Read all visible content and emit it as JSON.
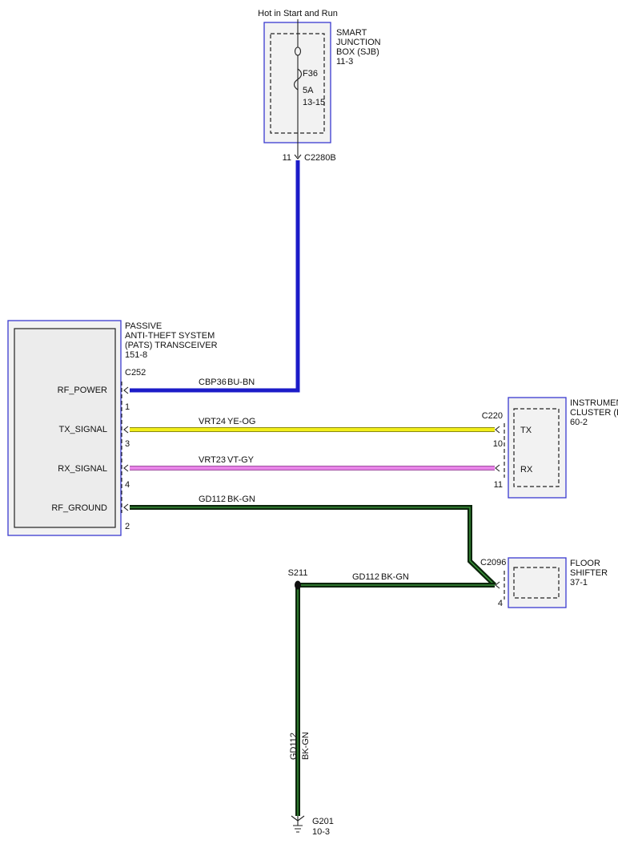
{
  "colors": {
    "module_outer_stroke": "#3a3ad0",
    "module_fill": "#f2f2f2",
    "wire_bu_bn": "#1c1cc8",
    "wire_ye_og": "#f2ee1a",
    "wire_vt_gy": "#e884e8",
    "wire_bk_gn": "#0c260c",
    "wire_bk_gn_stripe": "#3fa03f"
  },
  "sjb": {
    "supply_label": "Hot in Start and Run",
    "name_lines": [
      "SMART",
      "JUNCTION",
      "BOX (SJB)",
      "11-3"
    ],
    "fuse_lines": [
      "F36",
      "5A",
      "13-15"
    ],
    "connector": "C2280B",
    "pin": "11"
  },
  "pats": {
    "name_lines": [
      "PASSIVE",
      "ANTI-THEFT SYSTEM",
      "(PATS) TRANSCEIVER",
      "151-8"
    ],
    "connector": "C252",
    "pins": [
      {
        "signal": "RF_POWER",
        "pin": "1"
      },
      {
        "signal": "TX_SIGNAL",
        "pin": "3"
      },
      {
        "signal": "RX_SIGNAL",
        "pin": "4"
      },
      {
        "signal": "RF_GROUND",
        "pin": "2"
      }
    ]
  },
  "wires": [
    {
      "circuit": "CBP36",
      "color_code": "BU-BN"
    },
    {
      "circuit": "VRT24",
      "color_code": "YE-OG"
    },
    {
      "circuit": "VRT23",
      "color_code": "VT-GY"
    },
    {
      "circuit": "GD112",
      "color_code": "BK-GN"
    },
    {
      "circuit": "GD112",
      "color_code": "BK-GN"
    },
    {
      "circuit": "GD112",
      "color_code": "BK-GN"
    }
  ],
  "ic": {
    "name_lines": [
      "INSTRUMENT",
      "CLUSTER (IC)",
      "60-2"
    ],
    "connector": "C220",
    "pins": [
      {
        "signal": "TX",
        "pin": "10"
      },
      {
        "signal": "RX",
        "pin": "11"
      }
    ]
  },
  "floor_shifter": {
    "name_lines": [
      "FLOOR",
      "SHIFTER",
      "37-1"
    ],
    "connector": "C2096",
    "pin": "4"
  },
  "splice": {
    "label": "S211"
  },
  "ground": {
    "label": "G201",
    "ref": "10-3"
  }
}
